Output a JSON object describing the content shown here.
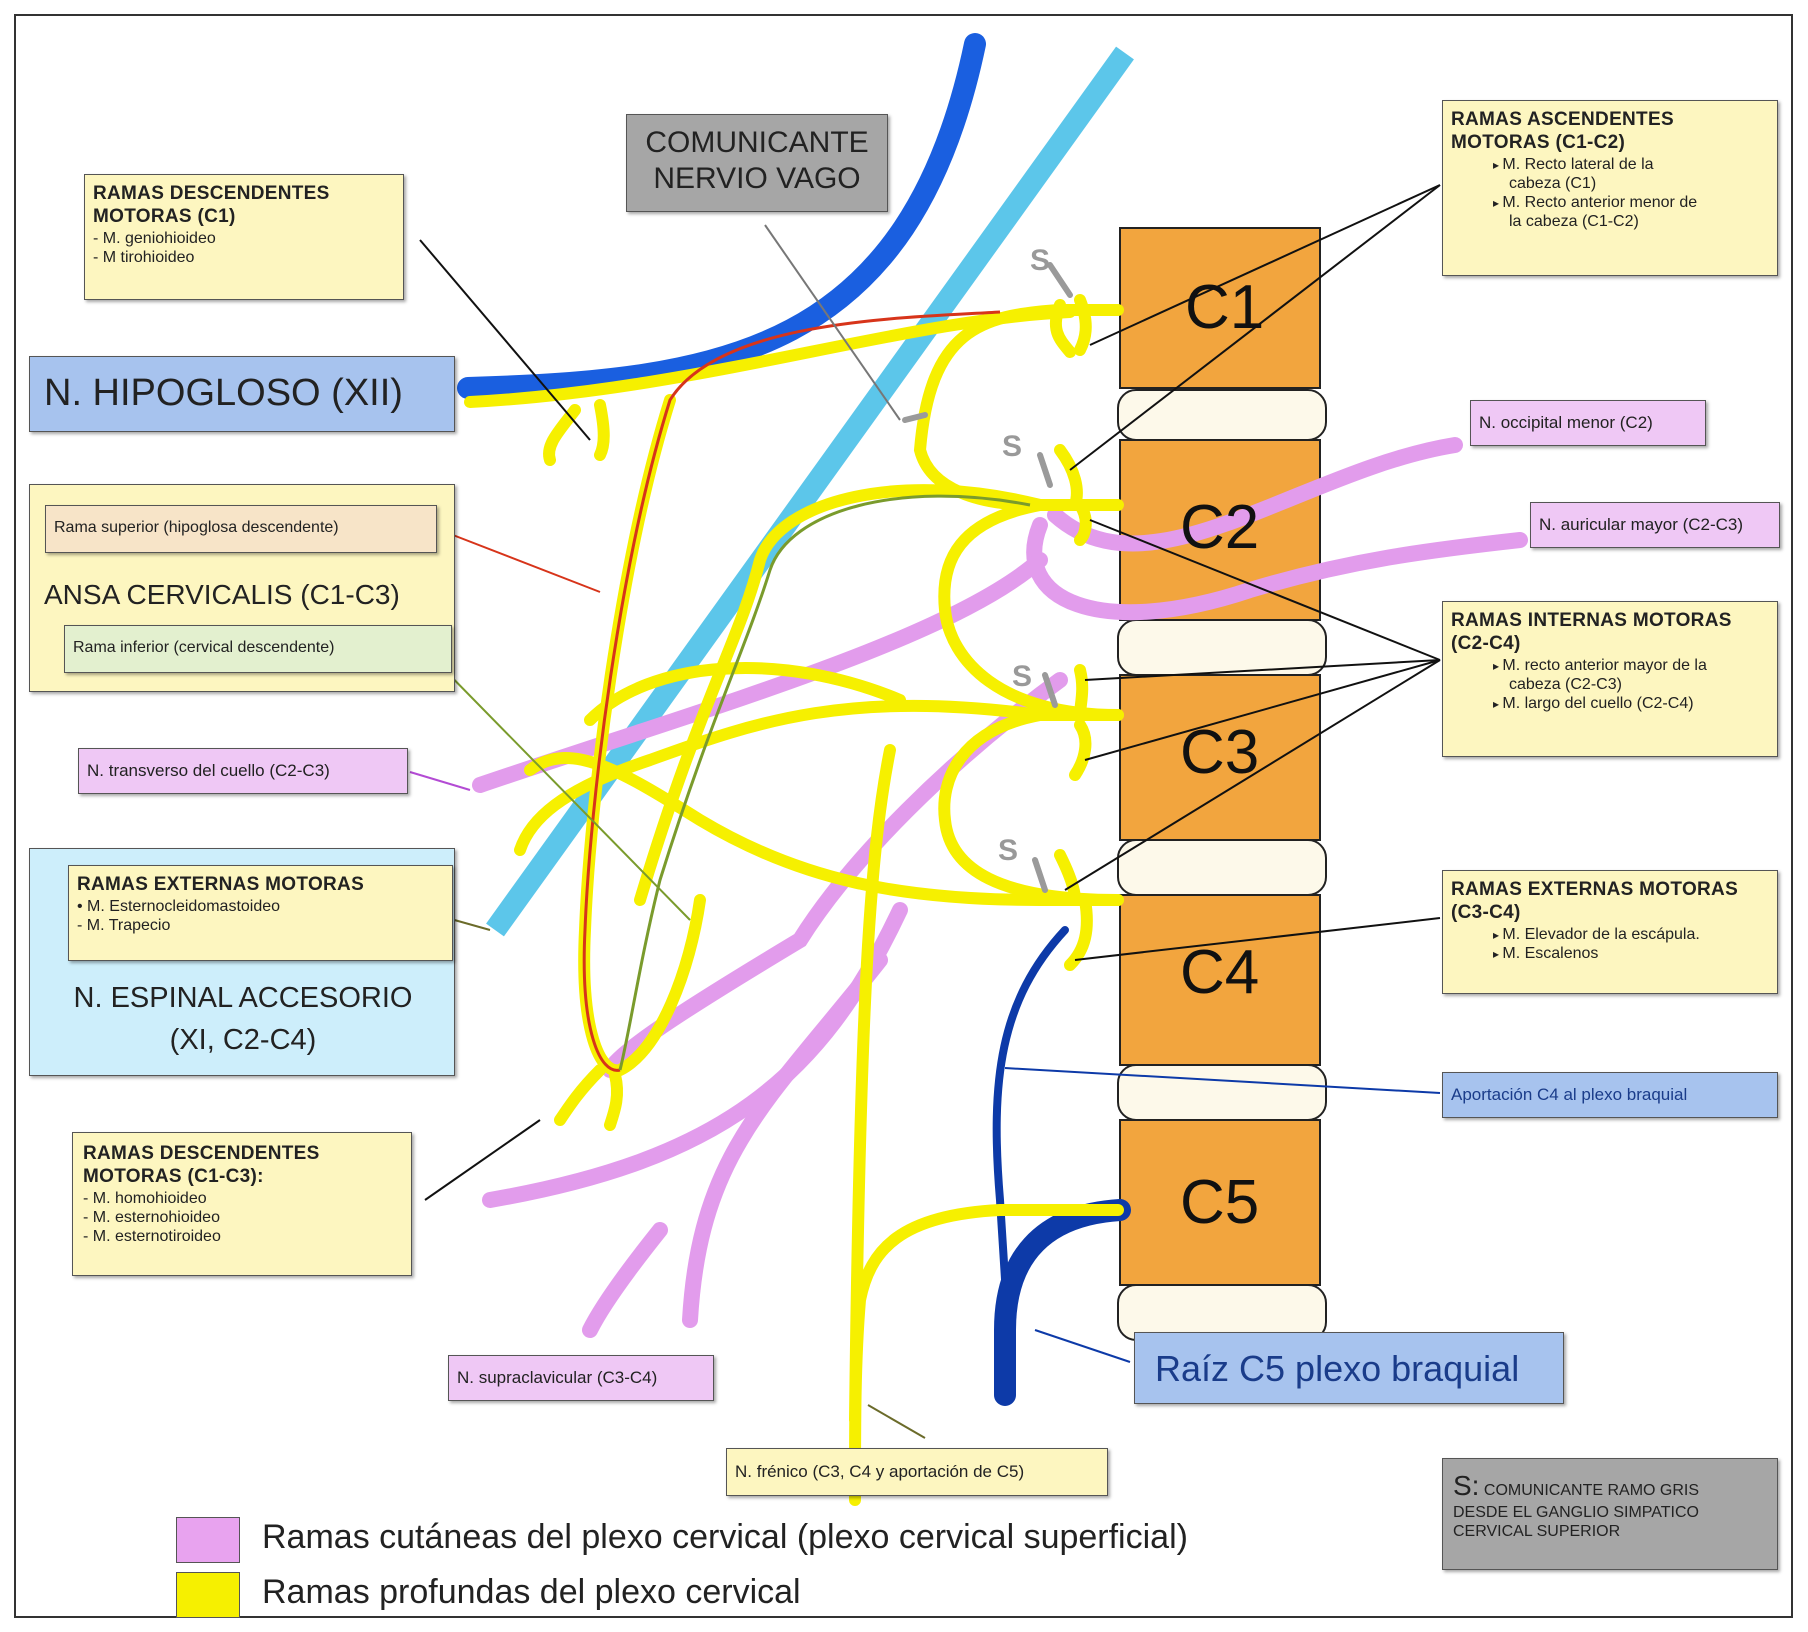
{
  "vertebrae": [
    "C1",
    "C2",
    "C3",
    "C4",
    "C5"
  ],
  "sympathetic_mark": "S",
  "labels": {
    "hipogloso": "N. HIPOGLOSO (XII)",
    "comunicante_vago": [
      "COMUNICANTE",
      "NERVIO VAGO"
    ],
    "descendentes_c1": {
      "title": [
        "RAMAS DESCENDENTES",
        "MOTORAS (C1)"
      ],
      "items": [
        "M. geniohioideo",
        "M tirohioideo"
      ]
    },
    "ansa": {
      "superior": "Rama superior (hipoglosa descendente)",
      "title": "ANSA CERVICALIS (C1-C3)",
      "inferior": "Rama inferior (cervical descendente)"
    },
    "transverso": "N. transverso del cuello (C2-C3)",
    "espinal": {
      "box_title": "RAMAS EXTERNAS MOTORAS",
      "items": [
        "M. Esternocleidomastoideo",
        "M. Trapecio"
      ],
      "name": [
        "N. ESPINAL ACCESORIO",
        "(XI, C2-C4)"
      ]
    },
    "descendentes_c1c3": {
      "title": [
        "RAMAS DESCENDENTES",
        "MOTORAS (C1-C3):"
      ],
      "items": [
        "M. homohioideo",
        "M. esternohioideo",
        "M. esternotiroideo"
      ]
    },
    "supraclavicular": "N. supraclavicular (C3-C4)",
    "frenico": "N. frénico (C3, C4 y aportación de C5)",
    "ascendentes": {
      "title": [
        "RAMAS ASCENDENTES",
        "MOTORAS (C1-C2)"
      ],
      "items": [
        "M. Recto lateral de la",
        "cabeza (C1)",
        "M. Recto anterior menor de",
        "la cabeza (C1-C2)"
      ]
    },
    "occipital": "N. occipital menor (C2)",
    "auricular": "N. auricular mayor (C2-C3)",
    "internas": {
      "title": [
        "RAMAS INTERNAS MOTORAS",
        "(C2-C4)"
      ],
      "items": [
        "M. recto anterior mayor de la",
        "cabeza (C2-C3)",
        "M. largo del cuello (C2-C4)"
      ]
    },
    "externas_c3c4": {
      "title": [
        "RAMAS EXTERNAS MOTORAS",
        "(C3-C4)"
      ],
      "items": [
        "M. Elevador de la escápula.",
        "M. Escalenos"
      ]
    },
    "aportacion": "Aportación C4 al plexo braquial",
    "raiz_c5": "Raíz C5 plexo braquial",
    "s_note": {
      "key": "S:",
      "text": [
        "COMUNICANTE RAMO GRIS",
        "DESDE EL GANGLIO SIMPATICO",
        "CERVICAL SUPERIOR"
      ]
    }
  },
  "legend": [
    {
      "color": "#e8a3ef",
      "text": "Ramas cutáneas del plexo cervical (plexo cervical superficial)"
    },
    {
      "color": "#f6f000",
      "text": "Ramas profundas del plexo cervical"
    }
  ],
  "colors": {
    "vertebra": "#f2a53e",
    "disc": "#fdf9ea",
    "deep_nerve": "#f6f000",
    "cutaneous_nerve": "#e29cec",
    "hypoglossal": "#1a5fe0",
    "vagus": "#5cc6ea",
    "brachial": "#0d3aa8",
    "ansa_superior": "#d7341a",
    "ansa_inferior": "#7a9b2c"
  }
}
